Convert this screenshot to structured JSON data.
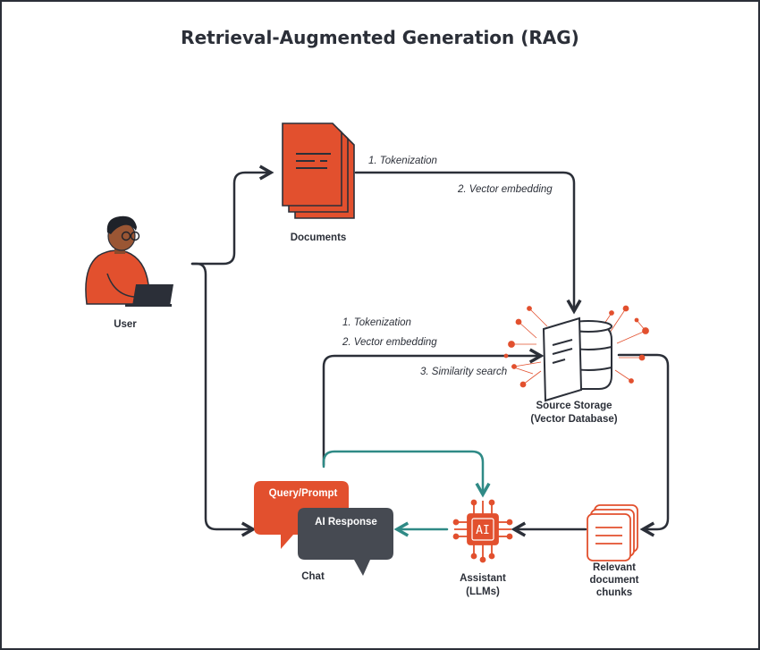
{
  "title": "Retrieval-Augmented Generation (RAG)",
  "colors": {
    "accent": "#e2502e",
    "dark": "#2b2f38",
    "teal": "#2f8a86",
    "gray_bubble": "#464a52"
  },
  "nodes": {
    "user": {
      "label": "User",
      "icon": "user-with-laptop-icon"
    },
    "documents": {
      "label": "Documents",
      "icon": "documents-icon"
    },
    "storage": {
      "label_line1": "Source Storage",
      "label_line2": "(Vector Database)",
      "icon": "vector-database-icon"
    },
    "chunks": {
      "label_line1": "Relevant",
      "label_line2": "document",
      "label_line3": "chunks",
      "icon": "document-chunks-icon"
    },
    "assistant": {
      "label_line1": "Assistant",
      "label_line2": "(LLMs)",
      "chip_text": "AI",
      "icon": "ai-chip-icon"
    },
    "chat": {
      "label": "Chat",
      "query_bubble": "Query/Prompt",
      "response_bubble": "AI Response"
    }
  },
  "edges": {
    "docs_to_storage": {
      "step1": "1. Tokenization",
      "step2": "2. Vector embedding"
    },
    "query_to_storage": {
      "step1": "1. Tokenization",
      "step2": "2. Vector embedding",
      "step3": "3. Similarity search"
    }
  }
}
